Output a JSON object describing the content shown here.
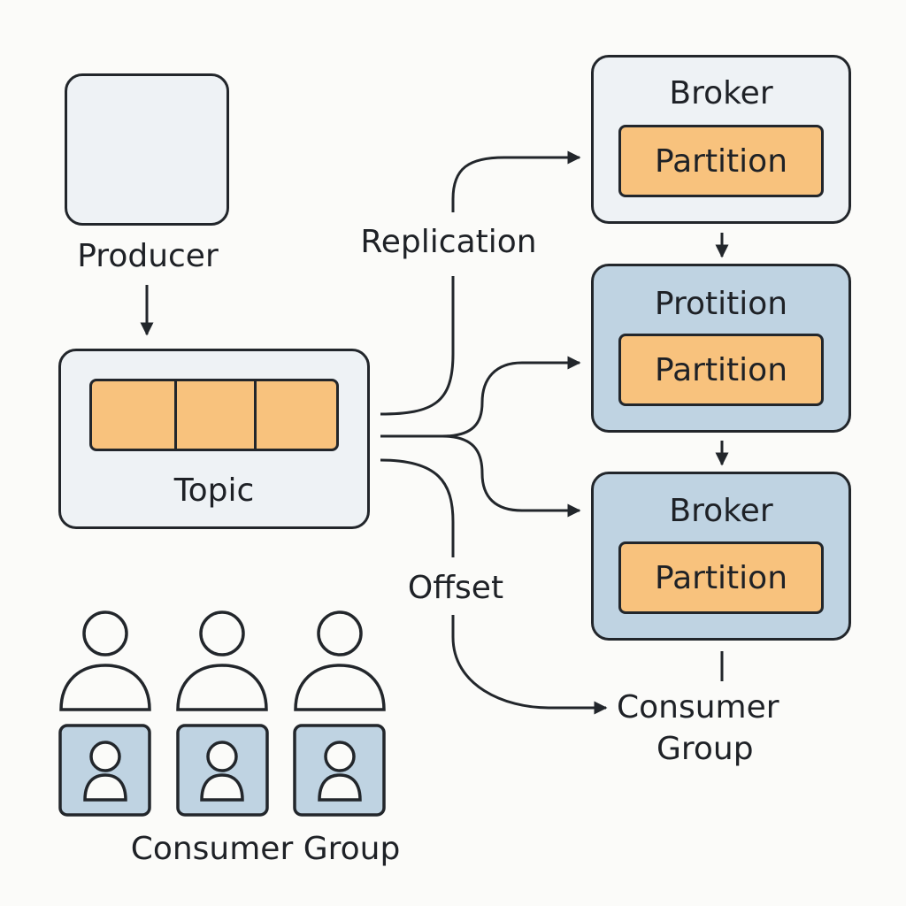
{
  "producer": {
    "label": "Producer",
    "icon": "person-icon"
  },
  "topic": {
    "label": "Topic",
    "segments": 3
  },
  "brokers": [
    {
      "title": "Broker",
      "partition": "Partition"
    },
    {
      "title": "Protition",
      "partition": "Partition"
    },
    {
      "title": "Broker",
      "partition": "Partition"
    }
  ],
  "edges": {
    "replication": "Replication",
    "offset": "Offset",
    "consumer_group_target": [
      "Consumer",
      "Group"
    ]
  },
  "consumer_group": {
    "label": "Consumer Group",
    "members": 3
  },
  "colors": {
    "background": "#fbfbf9",
    "stroke": "#22262b",
    "partition": "#f8c27d",
    "light_box": "#eef2f5",
    "blue_box": "#bfd3e2"
  }
}
